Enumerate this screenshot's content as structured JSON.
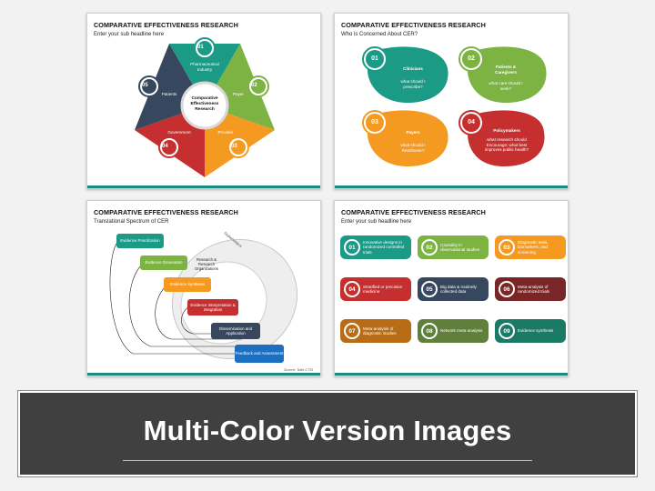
{
  "slides": [
    {
      "title": "COMPARATIVE EFFECTIVENESS RESEARCH",
      "subtitle": "Enter your sub headline here",
      "center_label": "Comparative Effectiveness Research",
      "segments": [
        {
          "num": "01",
          "label": "Pharmaceutical Industry",
          "color": "#1b9a86"
        },
        {
          "num": "02",
          "label": "Payer",
          "color": "#7cb342"
        },
        {
          "num": "03",
          "label": "Provider",
          "color": "#f59a21"
        },
        {
          "num": "04",
          "label": "Government",
          "color": "#c62f2f"
        },
        {
          "num": "05",
          "label": "Patients",
          "color": "#36475e"
        }
      ]
    },
    {
      "title": "COMPARATIVE EFFECTIVENESS RESEARCH",
      "subtitle": "Who is Concerned About CER?",
      "items": [
        {
          "num": "01",
          "title": "Clinicians",
          "text": "what should I prescribe?",
          "color": "#1b9a86"
        },
        {
          "num": "02",
          "title": "Patients & Caregivers",
          "text": "what care should I seek?",
          "color": "#7cb342"
        },
        {
          "num": "03",
          "title": "Payers",
          "text": "what should I Reimburse?",
          "color": "#f59a21"
        },
        {
          "num": "04",
          "title": "Policymakers",
          "text": "what research should Encourage; what best improves public health?",
          "color": "#c62f2f"
        }
      ]
    },
    {
      "title": "COMPARATIVE EFFECTIVENESS RESEARCH",
      "subtitle": "Translational Spectrum of CER",
      "steps": [
        {
          "label": "Evidence Prioritization",
          "color": "#1b9a86"
        },
        {
          "label": "Evidence Generation",
          "color": "#7cb342"
        },
        {
          "label": "Evidence Synthesis",
          "color": "#f59a21"
        },
        {
          "label": "Evidence Interpretation & Integration",
          "color": "#c62f2f"
        },
        {
          "label": "Dissemination and Application",
          "color": "#36475e"
        },
        {
          "label": "Feedback and Assessment",
          "color": "#1f6fc0"
        }
      ],
      "ring_inner": "Research & Research Organizations",
      "ring_outer": "Stakeholders",
      "source": "Source: Tufts CTSI"
    },
    {
      "title": "COMPARATIVE EFFECTIVENESS RESEARCH",
      "subtitle": "Enter your sub headline here",
      "grid": [
        {
          "num": "01",
          "text": "Innovative designs in randomized controlled trials",
          "color": "#1b9a86"
        },
        {
          "num": "02",
          "text": "Causality in observational studies",
          "color": "#7cb342"
        },
        {
          "num": "03",
          "text": "Diagnostic tests, biomarkers, and screening",
          "color": "#f59a21"
        },
        {
          "num": "04",
          "text": "Stratified or precision medicine",
          "color": "#c62f2f"
        },
        {
          "num": "05",
          "text": "Big data & routinely collected data",
          "color": "#36475e"
        },
        {
          "num": "06",
          "text": "Meta-analysis of randomized trials",
          "color": "#7a2626"
        },
        {
          "num": "07",
          "text": "Meta-analysis of diagnostic studies",
          "color": "#b86c16"
        },
        {
          "num": "08",
          "text": "Network meta-analysis",
          "color": "#5f7f3a"
        },
        {
          "num": "09",
          "text": "Evidence synthesis",
          "color": "#1a7a66"
        }
      ]
    }
  ],
  "banner": {
    "title": "Multi-Color Version Images"
  }
}
